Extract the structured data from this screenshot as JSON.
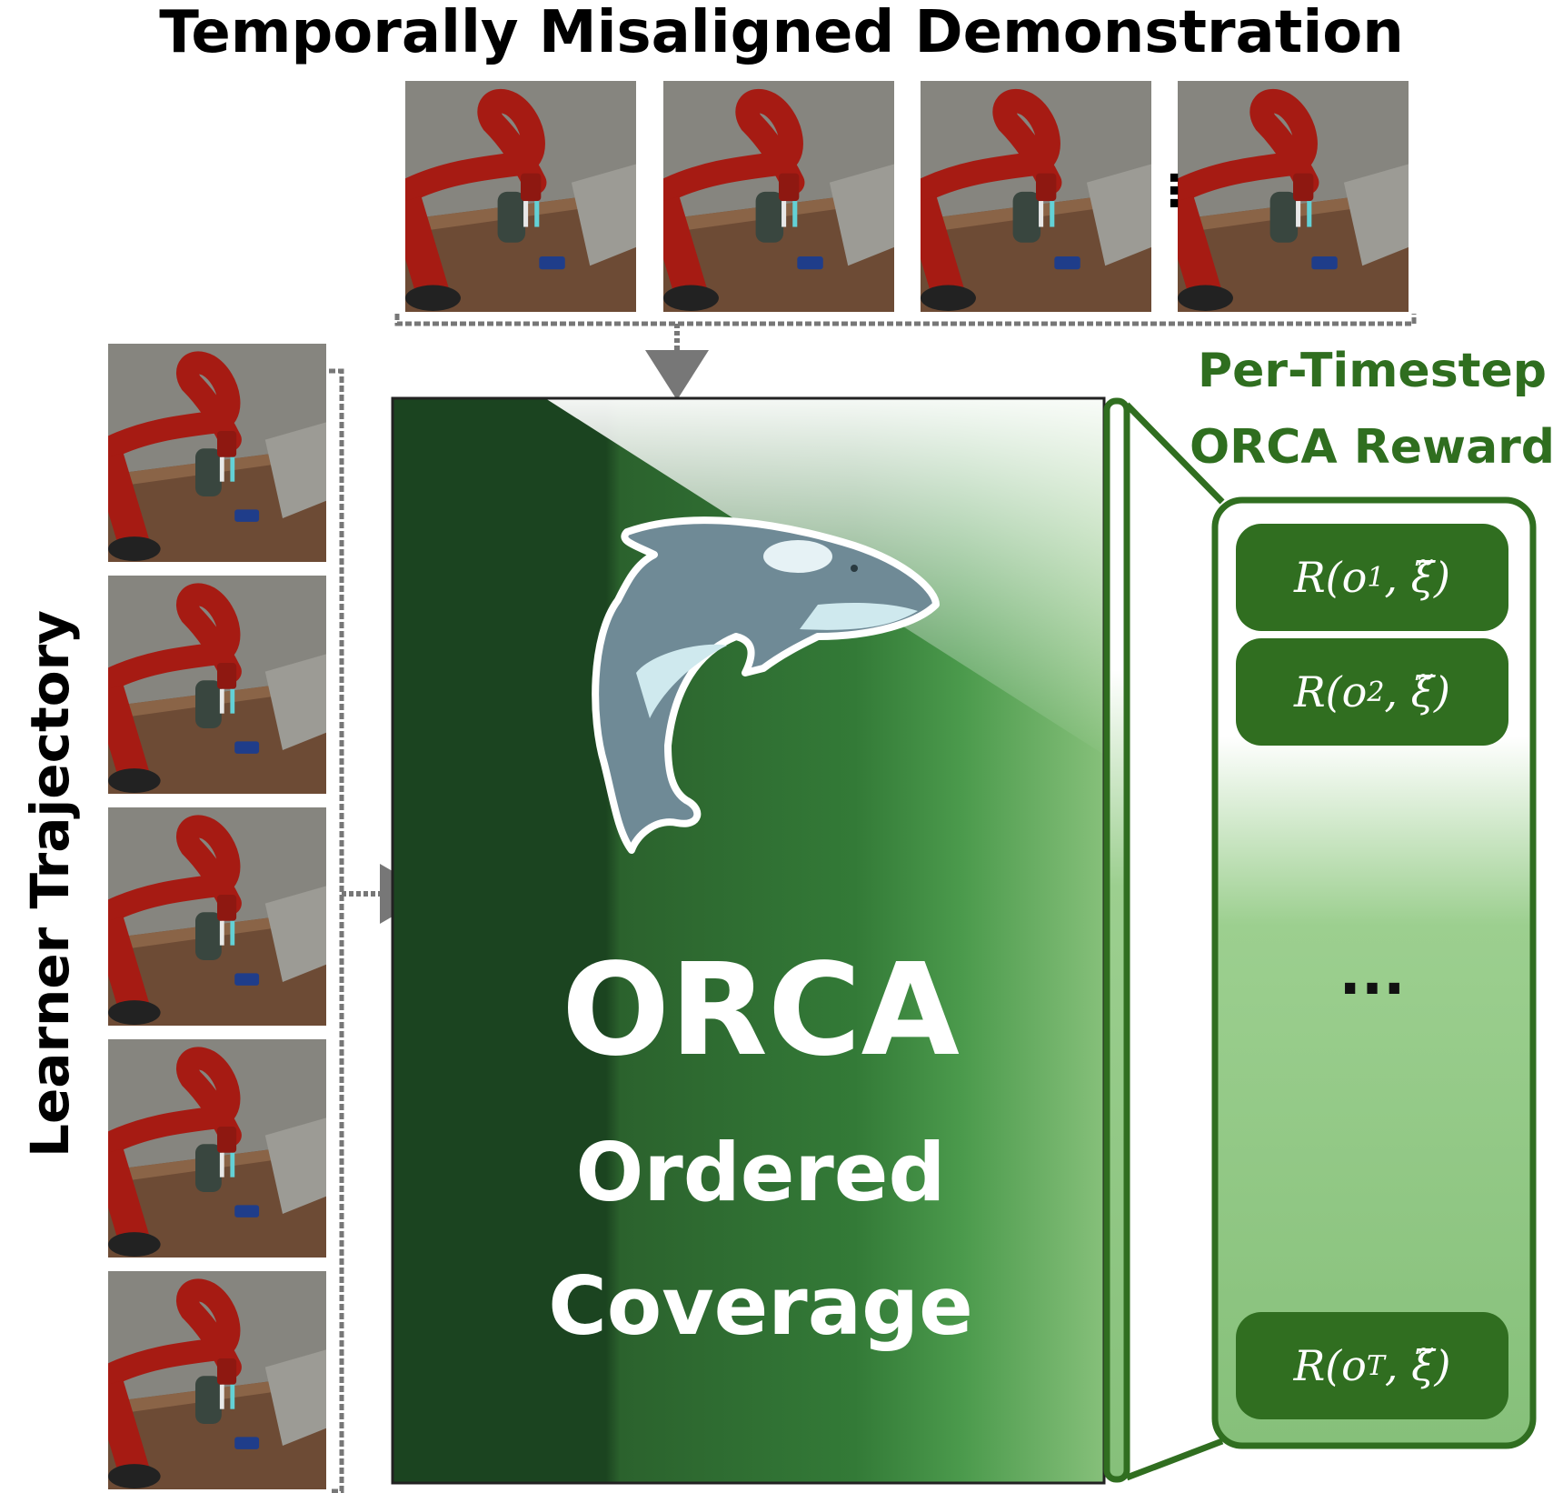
{
  "top_title": "Temporally Misaligned Demonstration",
  "left_title": "Learner Trajectory",
  "demo_ellipsis": "⋮",
  "reward_title_line1": "Per-Timestep",
  "reward_title_line2": "ORCA Reward",
  "rewards": [
    {
      "obs": "o",
      "sub": "1",
      "traj": "ξ̃"
    },
    {
      "obs": "o",
      "sub": "2",
      "traj": "ξ̃"
    },
    {
      "obs": "o",
      "sub": "T",
      "traj": "ξ̃"
    }
  ],
  "reward_ellipsis": "...",
  "center": {
    "big": "ORCA",
    "line2": "Ordered",
    "line3": "Coverage"
  },
  "colors": {
    "dark_green": "#1b4420",
    "mid_green": "#2f6a30",
    "light_green": "#86c07a",
    "accent": "#2f6e1f",
    "robot_red": "#a11a14",
    "wall_gray": "#85847f",
    "table_wood": "#6b4a34"
  },
  "icons": {
    "orca": "orca-whale-icon",
    "arrows": "dashed-arrow-icon"
  }
}
